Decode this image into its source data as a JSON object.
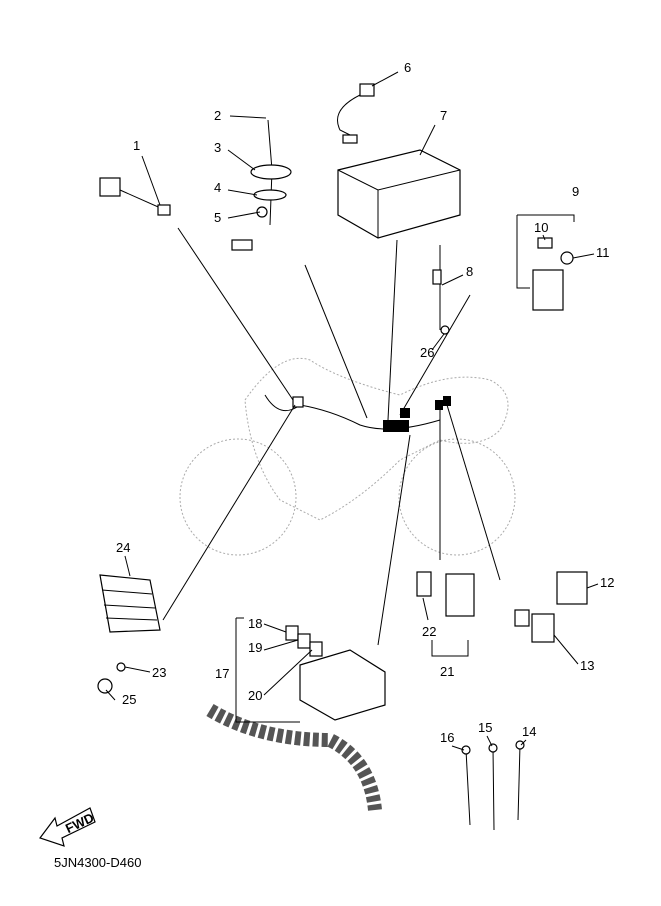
{
  "diagram": {
    "part_code": "5JN4300-D460",
    "fwd_label": "FWD",
    "callouts": [
      "1",
      "2",
      "3",
      "4",
      "5",
      "6",
      "7",
      "8",
      "9",
      "10",
      "11",
      "12",
      "13",
      "14",
      "15",
      "16",
      "17",
      "18",
      "19",
      "20",
      "21",
      "22",
      "23",
      "24",
      "25",
      "26"
    ]
  }
}
